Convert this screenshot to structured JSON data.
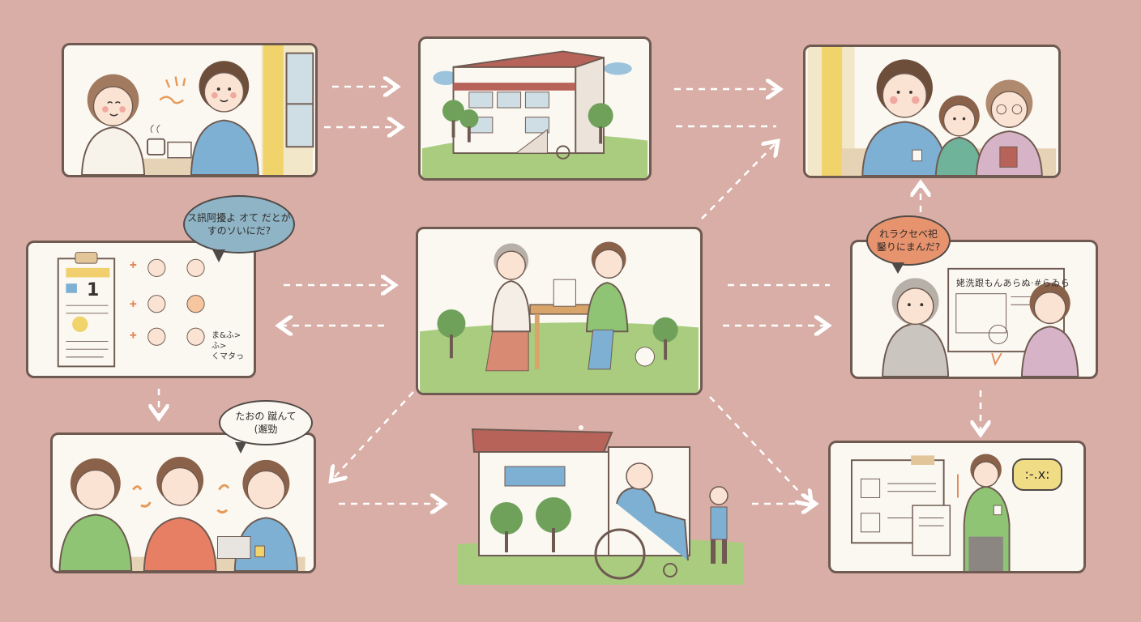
{
  "bubbles": {
    "care_plan": "ス訊阿擾よ オて だとが\nすのソいにだ?",
    "consultation": "れラクセベ祀\n鑿りにまんだ?",
    "family_chat": "たおの 蹴んて\n(邂勁",
    "staff_reply": ":-.x:"
  },
  "care_plan_doc": {
    "number": "1",
    "side_notes": "ま&ふ>\nふ>\nくマタっ"
  },
  "consultation_doc": {
    "title": "姥洗跟もんあらぬ·#らゐら"
  },
  "colors": {
    "background": "#d9aea6",
    "panel_border": "#6e5a50",
    "arrow": "#ffffff",
    "bubble_blue": "#8fb4c6",
    "bubble_orange": "#e7936e",
    "bubble_yellow": "#f1dc86"
  }
}
